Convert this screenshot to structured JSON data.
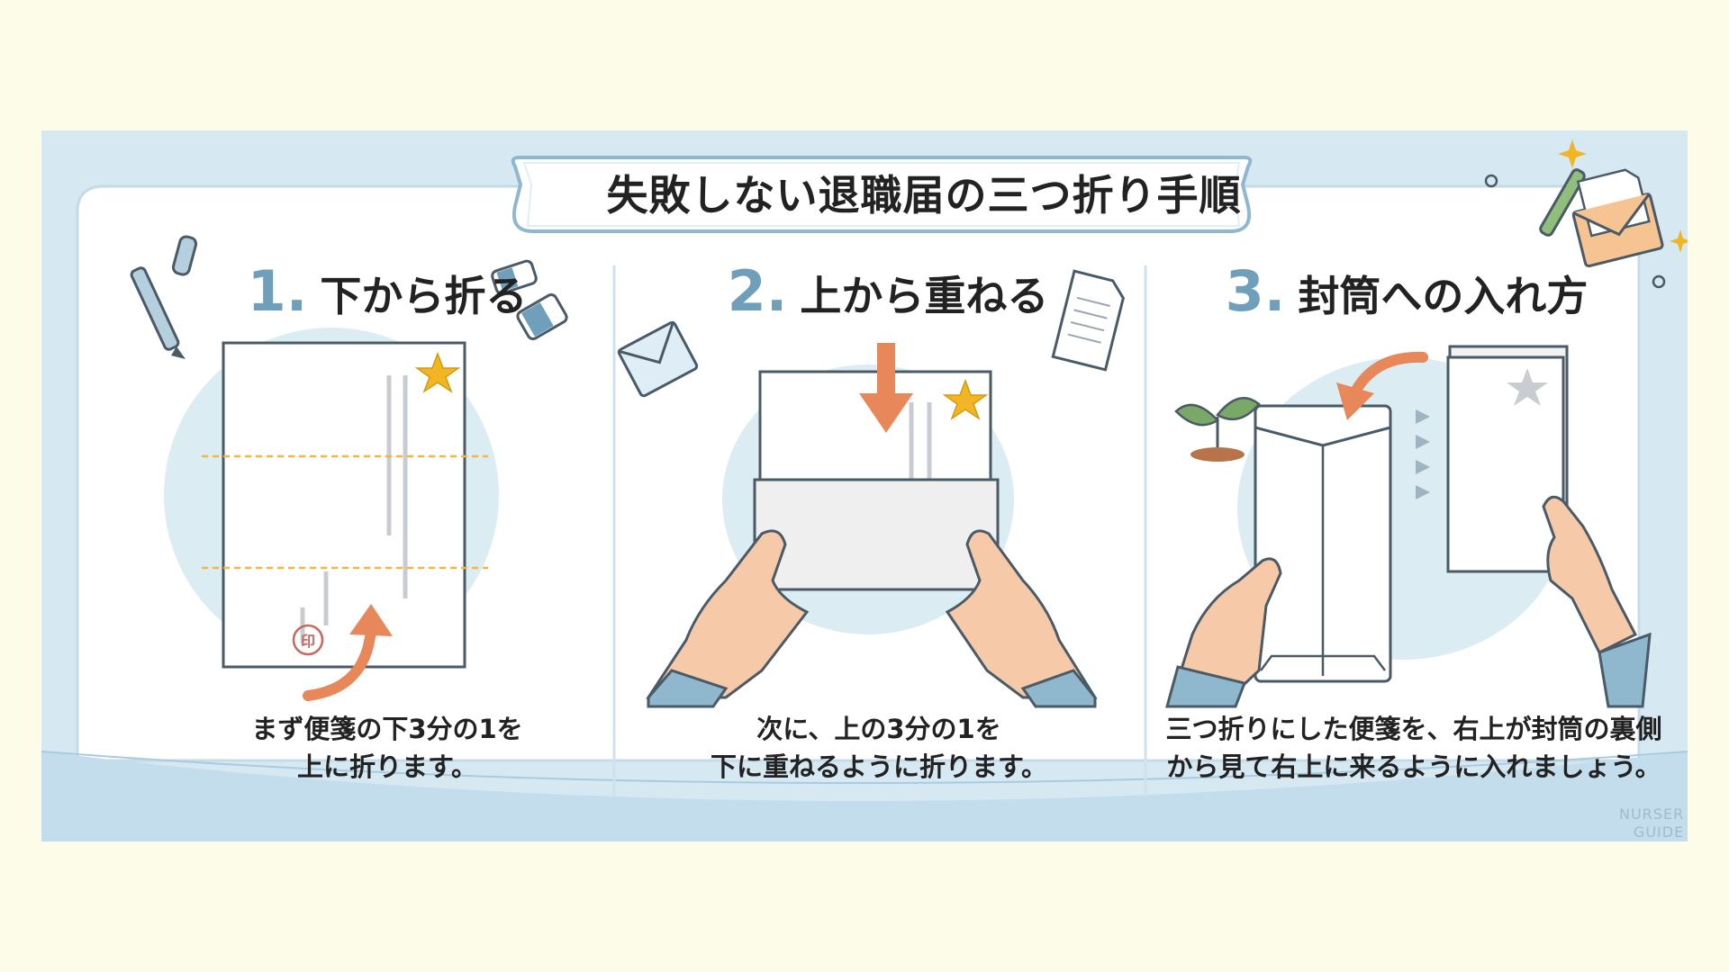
{
  "title": "失敗しない退職届の三つ折り手順",
  "steps": [
    {
      "number": "1.",
      "heading": "下から折る",
      "caption_line1": "まず便箋の下3分の1を",
      "caption_line2": "上に折ります。",
      "seal_label": "印"
    },
    {
      "number": "2.",
      "heading": "上から重ねる",
      "caption_line1": "次に、上の3分の1を",
      "caption_line2": "下に重ねるように折ります。"
    },
    {
      "number": "3.",
      "heading": "封筒への入れ方",
      "caption_line1": "三つ折りにした便箋を、右上が封筒の裏側",
      "caption_line2": "から見て右上に来るように入れましょう。"
    }
  ],
  "watermark": {
    "line1": "NURSER",
    "line2": "GUIDE"
  },
  "colors": {
    "page_background": "#fdfce9",
    "banner_background": "#d6e8f2",
    "accent_blue": "#6f9fba",
    "arrow_orange": "#e8875a",
    "star_yellow": "#f2b624",
    "seal_red": "#c9685f"
  },
  "icons": [
    "pen-icon",
    "eraser-icon",
    "envelope-icon",
    "document-icon",
    "sprout-icon",
    "star-icon",
    "sparkle-icon",
    "seal-icon",
    "arrow-icon"
  ]
}
